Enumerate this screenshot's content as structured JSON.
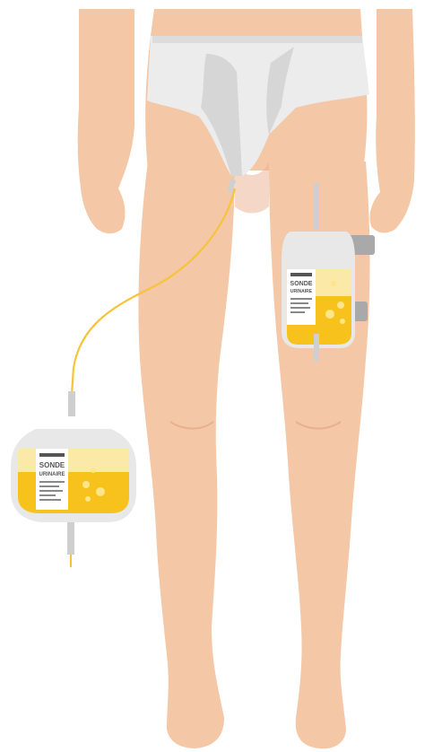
{
  "bag_large": {
    "title": "SONDE",
    "subtitle": "URINAIRE"
  },
  "bag_leg": {
    "title": "SONDE",
    "subtitle": "URINAIRE"
  },
  "colors": {
    "skin": "#f4c7a6",
    "skin_shadow": "#e9b08d",
    "underwear": "#ececec",
    "underwear_shade": "#d6d6d6",
    "urine": "#f7c21c",
    "urine_light": "#fbe9a8",
    "tube": "#f5c43a",
    "bag_plastic": "#e8e8e8",
    "strap": "#a9a9a9"
  }
}
